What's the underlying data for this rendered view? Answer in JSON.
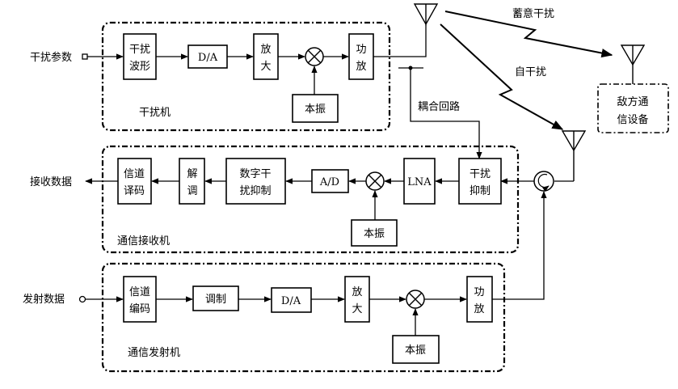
{
  "groups": {
    "jammer": "干扰机",
    "receiver": "通信接收机",
    "transmitter": "通信发射机"
  },
  "io": {
    "jam_params": "干扰参数",
    "received_data": "接收数据",
    "transmit_data": "发射数据"
  },
  "links": {
    "intentional_jamming": "蓄意干扰",
    "self_jamming": "自干扰",
    "coupling_loop": "耦合回路"
  },
  "enemy": {
    "line1": "敌方通",
    "line2": "信设备"
  },
  "jammer": {
    "waveform": [
      "干扰",
      "波形"
    ],
    "dac": "D/A",
    "amp": [
      "放",
      "大"
    ],
    "lo": "本振",
    "pa": [
      "功",
      "放"
    ]
  },
  "receiver": {
    "cancel": [
      "干扰",
      "抑制"
    ],
    "lna": "LNA",
    "lo": "本振",
    "adc": "A/D",
    "digital": [
      "数字干",
      "扰抑制"
    ],
    "demod": [
      "解",
      "调"
    ],
    "decode": [
      "信道",
      "译码"
    ]
  },
  "transmitter": {
    "encode": [
      "信道",
      "编码"
    ],
    "mod": "调制",
    "dac": "D/A",
    "amp": [
      "放",
      "大"
    ],
    "lo": "本振",
    "pa": [
      "功",
      "放"
    ]
  }
}
